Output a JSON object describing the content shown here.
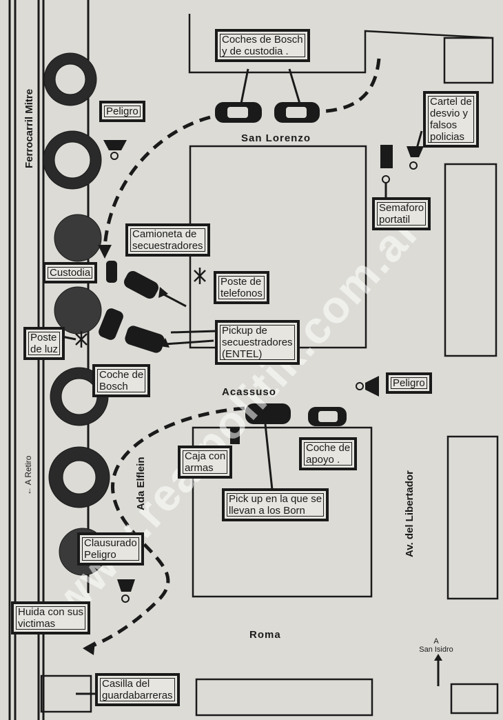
{
  "streets": {
    "san_lorenzo": "San Lorenzo",
    "acassuso": "Acassuso",
    "roma": "Roma",
    "ada_elflein": "Ada Elflein",
    "av_libertador": "Av. del Libertador",
    "ferrocarril": "Ferrocarril Mitre",
    "a_retiro": "← A Retiro",
    "a_san_isidro": "A\nSan Isidro"
  },
  "labels": {
    "coches_bosch": "Coches de Bosch\ny de custodia .",
    "peligro_1": "Peligro",
    "cartel": "Cartel de\ndesvio y\nfalsos\npolicias",
    "semaforo": "Semaforo\nportatil",
    "camioneta": "Camioneta de\nsecuestradores",
    "custodia": "Custodia",
    "poste_tel": "Poste de\ntelefonos",
    "poste_luz": "Poste\nde luz",
    "pickup_entel": "Pickup de\nsecuestradores\n(ENTEL)",
    "coche_bosch": "Coche de\nBosch",
    "peligro_2": "Peligro",
    "caja": "Caja con\narmas",
    "coche_apoyo": "Coche de\napoyo .",
    "pickup_born": "Pick up  en la que se\nllevan a los Born",
    "clausurado": "Clausurado\nPeligro",
    "huida": "Huida con sus\nvictimas",
    "casilla": "Casilla del\nguardabarreras"
  },
  "watermark": "www.realpolitik.com.ar"
}
